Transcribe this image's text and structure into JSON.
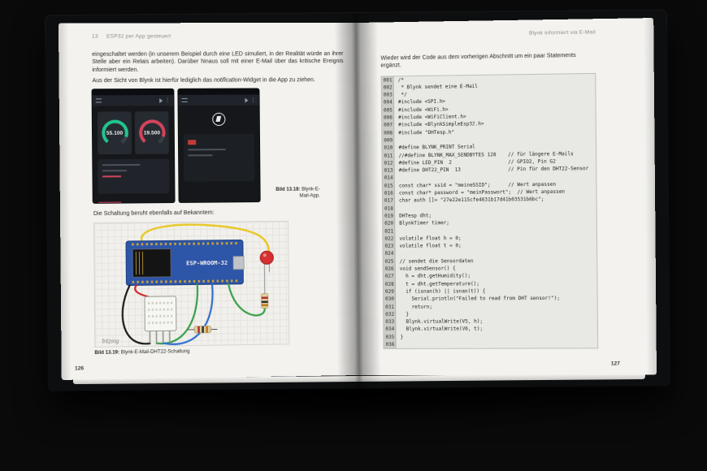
{
  "book": {
    "colors": {
      "pcb_blue": "#2d55a8",
      "led_red": "#d63030",
      "gauge_green": "#23c48e",
      "gauge_red": "#d3435c"
    },
    "left_page": {
      "header": {
        "number": "13",
        "title": "ESP32 per App gesteuert"
      },
      "page_number": "126",
      "paragraph1": "eingeschaltet werden (in unserem Beispiel durch eine LED simuliert, in der Realität würde an ihrer Stelle aber ein Relais arbeiten). Darüber hinaus soll mit einer E-Mail über das kritische Ereignis informiert werden.",
      "paragraph2": {
        "pre": "Aus der Sicht von Blynk ist hierfür lediglich das ",
        "italic": "notification",
        "post": "-Widget in die App zu ziehen."
      },
      "paragraph3": "Die Schaltung beruht ebenfalls auf Bekanntem:",
      "figure_app": {
        "caption_label": "Bild 13.18:",
        "caption_text": " Blynk-E-Mail-App.",
        "gauge1": {
          "value": "55.100",
          "color": "#23c48e"
        },
        "gauge2": {
          "value": "19.500",
          "color": "#d3435c"
        }
      },
      "figure_circuit": {
        "caption_label": "Bild 13.19:",
        "caption_text": " Blynk-E-Mail-DHT22-Schaltung",
        "board_label": "ESP-WROOM-32",
        "watermark": "fritzing"
      }
    },
    "right_page": {
      "header": {
        "title": "Blynk informiert via E-Mail"
      },
      "page_number": "127",
      "intro": "Wieder wird der Code aus dem vorherigen Abschnitt um ein paar Statements ergänzt.",
      "code_lines": [
        {
          "n": "001",
          "c": "/*"
        },
        {
          "n": "002",
          "c": " * Blynk sendet eine E-Mail"
        },
        {
          "n": "003",
          "c": " */"
        },
        {
          "n": "004",
          "c": "#include <SPI.h>"
        },
        {
          "n": "005",
          "c": "#include <WiFi.h>"
        },
        {
          "n": "006",
          "c": "#include <WiFiClient.h>"
        },
        {
          "n": "007",
          "c": "#include <BlynkSimpleEsp32.h>"
        },
        {
          "n": "008",
          "c": "#include \"DHTesp.h\""
        },
        {
          "n": "009",
          "c": ""
        },
        {
          "n": "010",
          "c": "#define BLYNK_PRINT Serial"
        },
        {
          "n": "011",
          "c": "//#define BLYNK_MAX_SENDBYTES 128    // für längere E-Mails"
        },
        {
          "n": "012",
          "c": "#define LED_PIN  2                   // GPIO2, Pin G2"
        },
        {
          "n": "013",
          "c": "#define DHT22_PIN  13                // Pin für den DHT22-Sensor"
        },
        {
          "n": "014",
          "c": ""
        },
        {
          "n": "015",
          "c": "const char* ssid = \"meineSSID\";      // Wert anpassen"
        },
        {
          "n": "016",
          "c": "const char* password = \"meinPasswort\";  // Wert anpassen"
        },
        {
          "n": "017",
          "c": "char auth []= \"27e22e115cfe4631b17d41b03531b6bc\";"
        },
        {
          "n": "018",
          "c": ""
        },
        {
          "n": "019",
          "c": "DHTesp dht;"
        },
        {
          "n": "020",
          "c": "BlynkTimer timer;"
        },
        {
          "n": "021",
          "c": ""
        },
        {
          "n": "022",
          "c": "volatile float h = 0;"
        },
        {
          "n": "023",
          "c": "volatile float t = 0;"
        },
        {
          "n": "024",
          "c": ""
        },
        {
          "n": "025",
          "c": "// sendet die Sensordaten"
        },
        {
          "n": "026",
          "c": "void sendSensor() {"
        },
        {
          "n": "027",
          "c": "  h = dht.getHumidity();"
        },
        {
          "n": "028",
          "c": "  t = dht.getTemperature();"
        },
        {
          "n": "029",
          "c": "  if (isnan(h) || isnan(t)) {"
        },
        {
          "n": "030",
          "c": "    Serial.println(\"Failed to read from DHT sensor!\");"
        },
        {
          "n": "031",
          "c": "    return;"
        },
        {
          "n": "032",
          "c": "  }"
        },
        {
          "n": "033",
          "c": "  Blynk.virtualWrite(V5, h);"
        },
        {
          "n": "034",
          "c": "  Blynk.virtualWrite(V6, t);"
        },
        {
          "n": "035",
          "c": "}"
        },
        {
          "n": "036",
          "c": ""
        }
      ]
    }
  }
}
